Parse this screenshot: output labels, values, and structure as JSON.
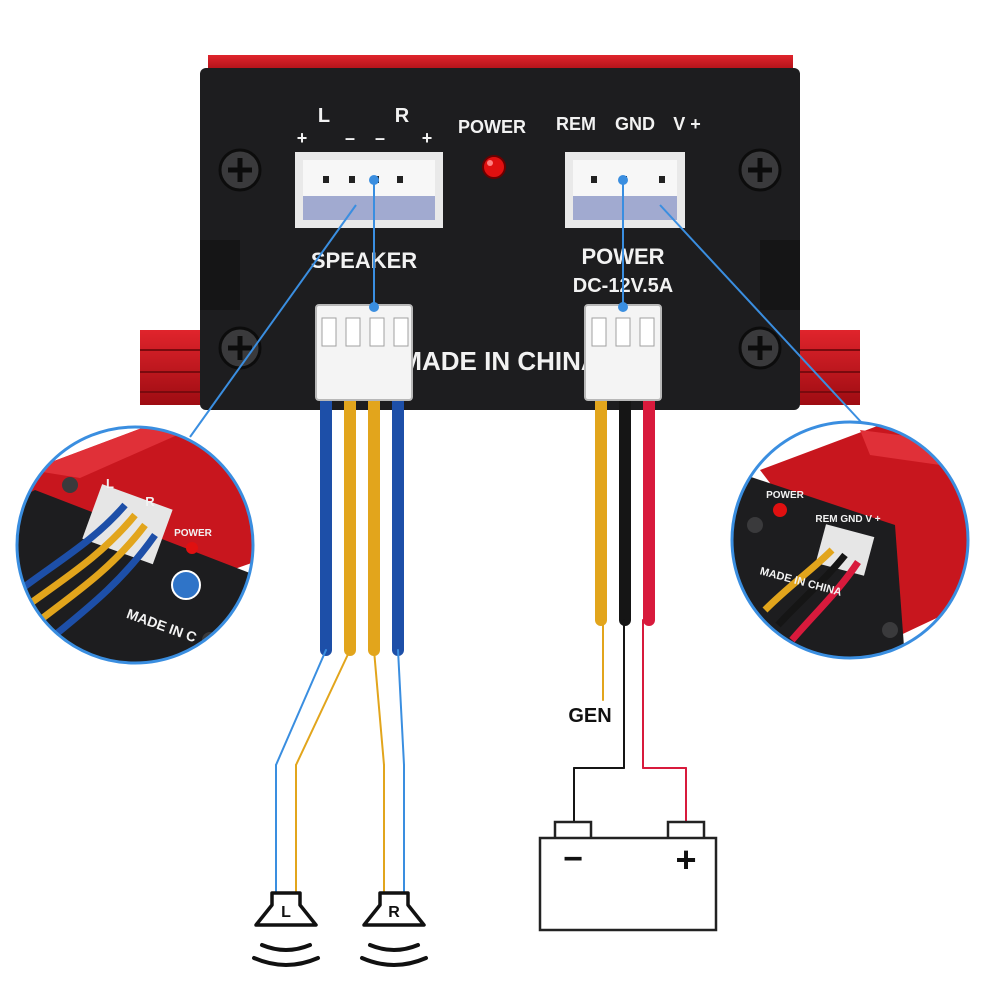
{
  "panel": {
    "channel_left": "L",
    "channel_right": "R",
    "pin_plus_1": "+",
    "pin_minus_1": "–",
    "pin_minus_2": "–",
    "pin_plus_2": "+",
    "power_led_label": "POWER",
    "rem_label": "REM",
    "gnd_label": "GND",
    "vplus_label": "V +",
    "speaker_label": "SPEAKER",
    "power_label": "POWER",
    "dc_label": "DC-12V.5A",
    "made_in_label": "MADE IN CHINA"
  },
  "inset_left": {
    "channel_left": "L",
    "channel_right": "R",
    "power_label": "POWER",
    "made_in_label": "MADE IN C"
  },
  "inset_right": {
    "power_label": "POWER",
    "rem_gnd_v_label": "REM GND V +",
    "made_in_label": "MADE IN CHINA"
  },
  "wiring": {
    "gen_label": "GEN",
    "speaker_left": "L",
    "speaker_right": "R",
    "battery_minus": "−",
    "battery_plus": "+"
  },
  "colors": {
    "casing_red": "#c8161e",
    "panel_black": "#1d1d1f",
    "wire_blue": "#1d4fa8",
    "wire_yellow": "#e2a51c",
    "wire_black": "#151515",
    "wire_red": "#d81a3c",
    "callout_line": "#3a8ee0",
    "led_red": "#e01010"
  }
}
